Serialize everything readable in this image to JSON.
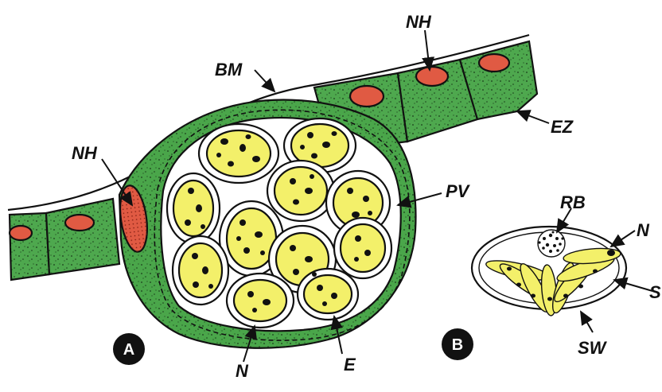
{
  "colors": {
    "epithelium_green": "#4ea84e",
    "cyst_wall_green": "#4aa64a",
    "nucleus_red": "#e05a43",
    "sporozoite_yellow": "#f3f06a",
    "outline": "#111111",
    "cavity_white": "#ffffff"
  },
  "labels": {
    "bm": "BM",
    "nh_left": "NH",
    "nh_top": "NH",
    "ez": "EZ",
    "pv": "PV",
    "n_bottom": "N",
    "e_bottom": "E",
    "rb": "RB",
    "n_right": "N",
    "s_right": "S",
    "sw": "SW"
  },
  "panels": {
    "a": "A",
    "b": "B"
  }
}
